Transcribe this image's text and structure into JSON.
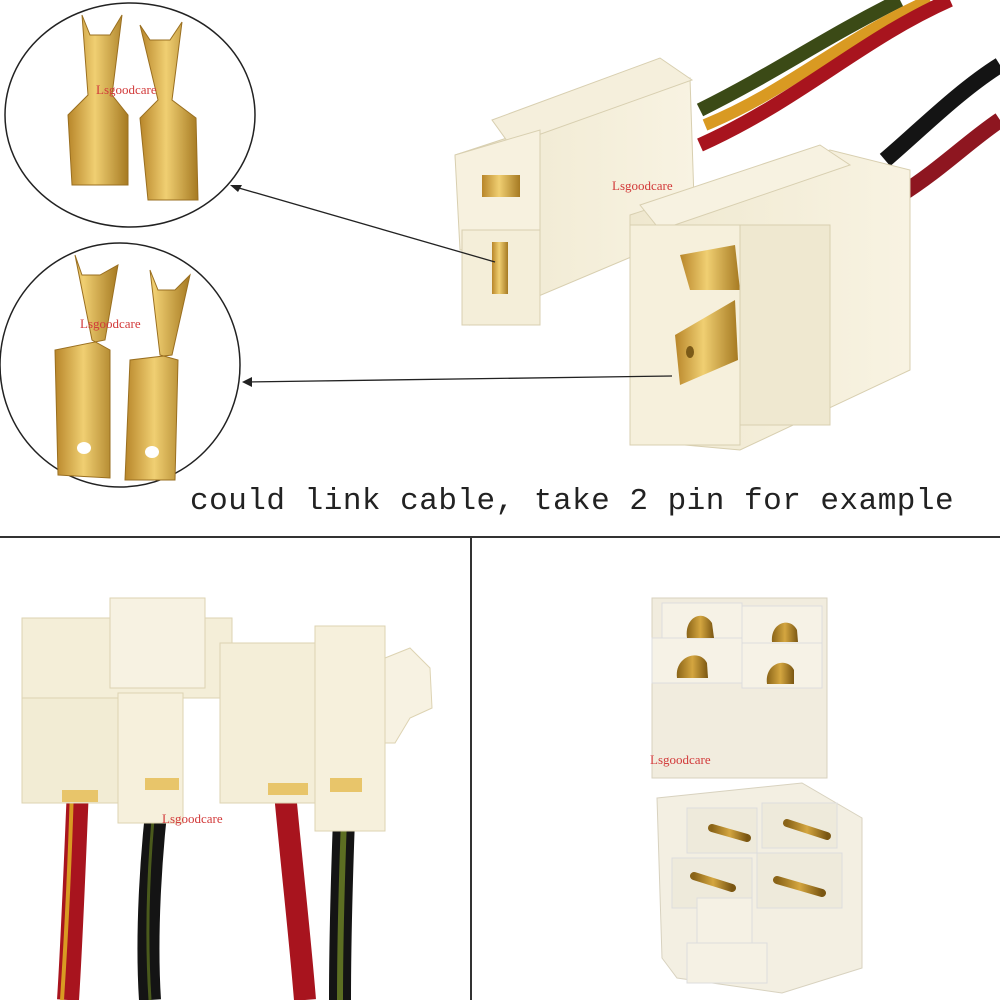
{
  "caption": "could link cable, take 2 pin for example",
  "watermarks": {
    "female_terminals": "Lsgoodcare",
    "male_terminals": "Lsgoodcare",
    "top_connectors": "Lsgoodcare",
    "bottom_left": "Lsgoodcare",
    "bottom_right": "Lsgoodcare"
  },
  "panels": {
    "top": {
      "callouts": [
        {
          "name": "female-terminals",
          "description": "female spade crimp terminals"
        },
        {
          "name": "male-terminals",
          "description": "male spade crimp terminals"
        }
      ],
      "connectors": [
        "female housing 2 pin",
        "male housing 2 pin"
      ]
    },
    "bottom_left": {
      "description": "2 pin connectors with wires"
    },
    "bottom_right": {
      "description": "4 pin connectors"
    }
  },
  "colors": {
    "housing": "#f2ecd6",
    "housing_shadow": "#d9d0b3",
    "brass": "#d4a640",
    "brass_dark": "#a67a22",
    "wire_red": "#a8141e",
    "wire_black": "#141414",
    "wire_green": "#4a5a1c",
    "wire_yellow": "#d99a22",
    "watermark": "#d23a3a",
    "line": "#333333"
  }
}
